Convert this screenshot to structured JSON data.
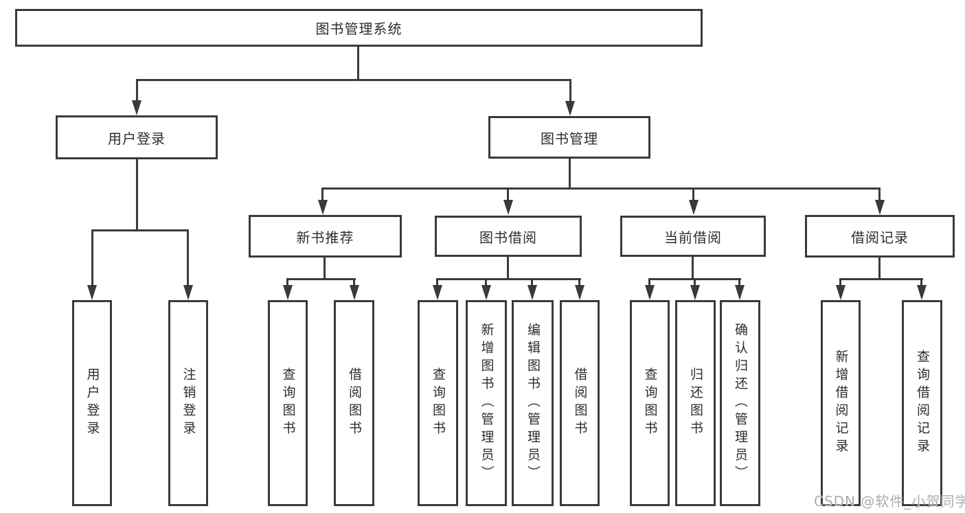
{
  "diagram": {
    "root": {
      "label": "图书管理系统"
    },
    "level2": {
      "user_login": {
        "label": "用户登录"
      },
      "book_mgmt": {
        "label": "图书管理"
      }
    },
    "level3": {
      "new_book_rec": {
        "label": "新书推荐"
      },
      "book_borrow": {
        "label": "图书借阅"
      },
      "current_borrow": {
        "label": "当前借阅"
      },
      "borrow_record": {
        "label": "借阅记录"
      }
    },
    "level4": {
      "user_login_leaf": {
        "label": "用户登录"
      },
      "logout": {
        "label": "注销登录"
      },
      "rec_query_book": {
        "label": "查询图书"
      },
      "rec_borrow_book": {
        "label": "借阅图书"
      },
      "bb_query_book": {
        "label": "查询图书"
      },
      "bb_add_book": {
        "label": "新增图书（管理员）"
      },
      "bb_edit_book": {
        "label": "编辑图书（管理员）"
      },
      "bb_borrow_book": {
        "label": "借阅图书"
      },
      "cb_query_book": {
        "label": "查询图书"
      },
      "cb_return_book": {
        "label": "归还图书"
      },
      "cb_confirm_return": {
        "label": "确认归还（管理员）"
      },
      "br_add_record": {
        "label": "新增借阅记录"
      },
      "br_query_record": {
        "label": "查询借阅记录"
      }
    },
    "watermark": "CSDN @软件_小贺同学",
    "colors": {
      "line": "#3a3a3a",
      "box_background": "#ffffff",
      "text": "#2d2d2d",
      "watermark": "#adadad"
    }
  }
}
